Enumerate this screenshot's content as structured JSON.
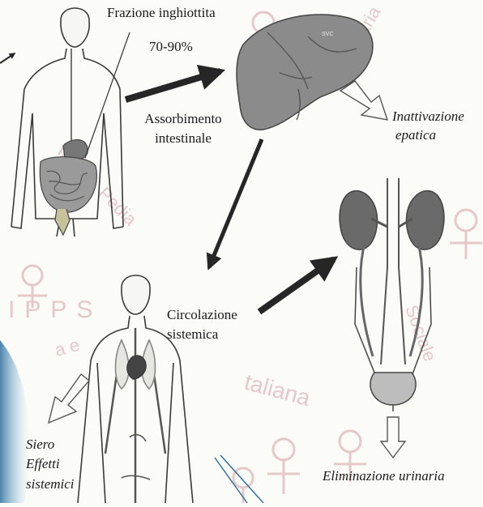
{
  "labels": {
    "fraction_swallowed": "Frazione inghiottita",
    "fraction_percent": "70-90%",
    "absorption_line1": "Assorbimento",
    "absorption_line2": "intestinale",
    "hepatic_line1": "Inattivazione",
    "hepatic_line2": "epatica",
    "circulation_line1": "Circolazione",
    "circulation_line2": "sistemica",
    "serum_line1": "Siero",
    "serum_line2": "Effetti",
    "serum_line3": "sistemici",
    "urinary": "Eliminazione urinaria"
  },
  "liver_text": "SVC",
  "watermark": {
    "letters": "I P P S"
  },
  "colors": {
    "arrow": "#262626",
    "outline_arrow": "#555555",
    "liver": "#8b8b8b",
    "kidney": "#6a6a6a",
    "background": "#fbfbf7",
    "watermark": "#e0c0c0",
    "blue_accent": "#2f6f9f"
  }
}
